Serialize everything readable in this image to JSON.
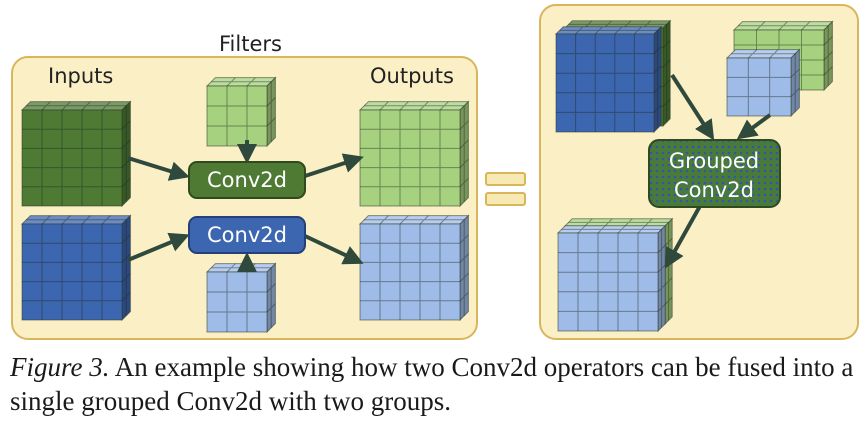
{
  "labels": {
    "inputs": "Inputs",
    "filters": "Filters",
    "outputs": "Outputs",
    "conv_top": "Conv2d",
    "conv_bottom": "Conv2d",
    "grouped_line1": "Grouped",
    "grouped_line2": "Conv2d"
  },
  "caption": {
    "figure_label": "Figure 3.",
    "text": " An example showing how two Conv2d operators can be fused into a single grouped Conv2d with two groups."
  },
  "colors": {
    "panel_fill": "#fbefc6",
    "panel_stroke": "#d9b65a",
    "dark_green": "#4e7a34",
    "light_green": "#a6d17e",
    "dark_blue": "#3c66b0",
    "light_blue": "#9fbbe8",
    "arrow": "#2f4a3c",
    "equals": "#f7e9b4"
  }
}
